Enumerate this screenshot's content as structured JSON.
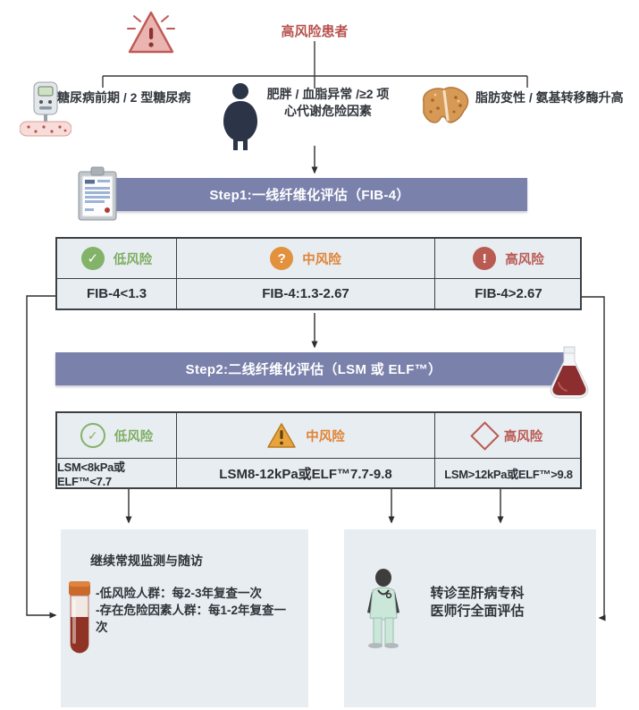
{
  "patient": {
    "label": "高风险患者"
  },
  "risk_factors": {
    "diabetes": "糖尿病前期 / 2 型糖尿病",
    "obesity_line1": "肥胖 / 血脂异常 /≥2 项",
    "obesity_line2": "心代谢危险因素",
    "liver": "脂肪变性 / 氨基转移酶升高"
  },
  "step1": {
    "banner": "Step1:一线纤维化评估（FIB-4）",
    "low": {
      "label": "低风险",
      "value": "FIB-4<1.3"
    },
    "mid": {
      "label": "中风险",
      "value": "FIB-4:1.3-2.67"
    },
    "high": {
      "label": "高风险",
      "value": "FIB-4>2.67"
    }
  },
  "step2": {
    "banner": "Step2:二线纤维化评估（LSM 或 ELF™）",
    "low": {
      "label": "低风险",
      "value": "LSM<8kPa或ELF™<7.7"
    },
    "mid": {
      "label": "中风险",
      "value": "LSM8-12kPa或ELF™7.7-9.8"
    },
    "high": {
      "label": "高风险",
      "value": "LSM>12kPa或ELF™>9.8"
    }
  },
  "outcomes": {
    "monitoring": {
      "title": "继续常规监测与随访",
      "bullet1": "-低风险人群：每2-3年复查一次",
      "bullet2": "-存在危险因素人群：每1-2年复查一次"
    },
    "referral": {
      "line1": "转诊至肝病专科",
      "line2": "医师行全面评估"
    }
  },
  "icons": {
    "check": "✓",
    "question": "?",
    "exclamation": "!"
  },
  "colors": {
    "banner_purple": "#7a81ab",
    "panel_bg": "#e8edf2",
    "risk_low_green": "#82b368",
    "risk_mid_orange": "#e2913c",
    "risk_high_red": "#b95b53",
    "patient_red": "#b8524e",
    "text_dark": "#2f343a"
  }
}
